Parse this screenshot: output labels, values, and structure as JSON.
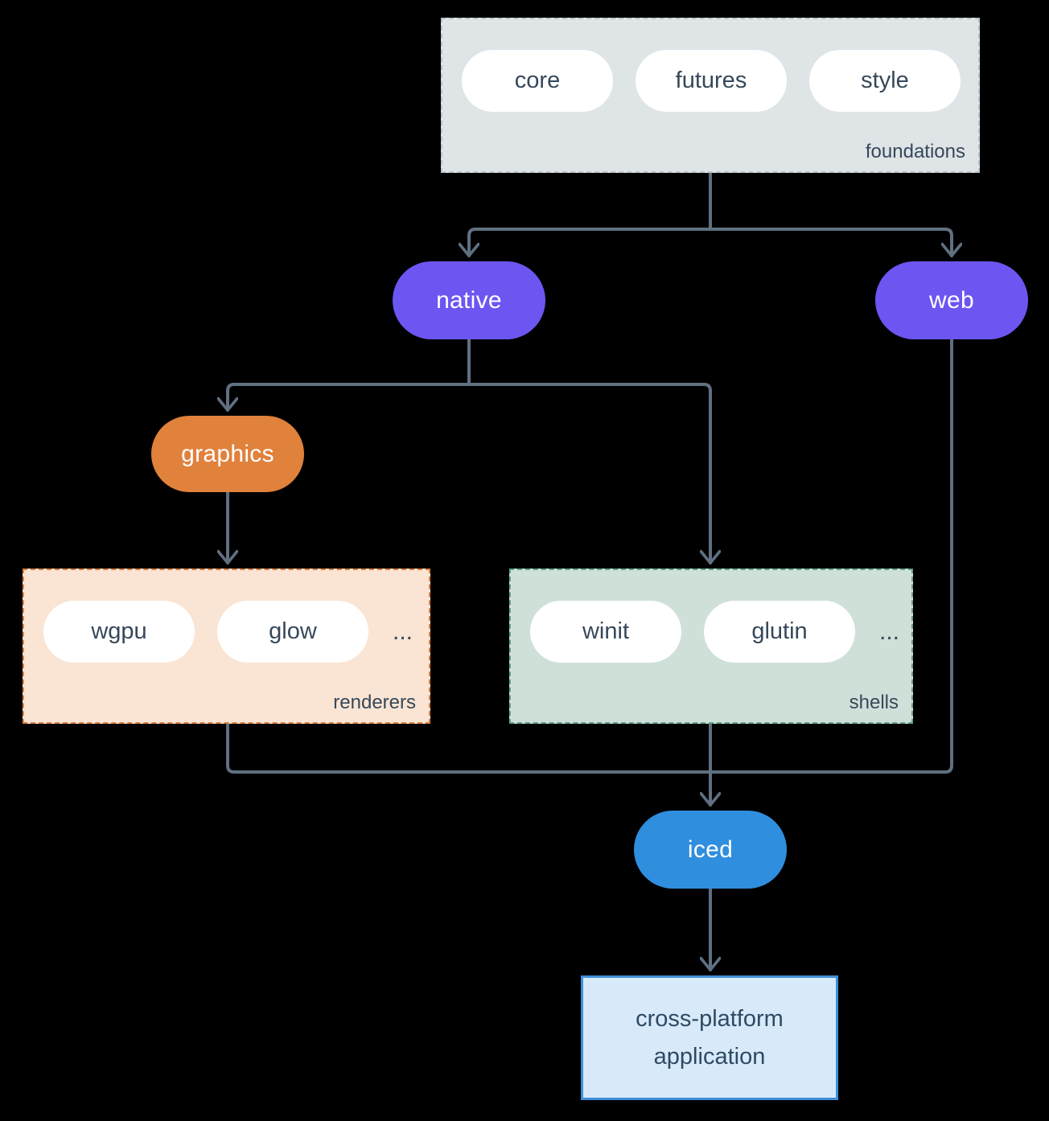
{
  "diagram": {
    "background": "#000000",
    "arrow_color": "#5f7080",
    "foundations": {
      "label": "foundations",
      "items": [
        "core",
        "futures",
        "style"
      ],
      "bg": "#dfe4e7",
      "border": "#b9c3c9",
      "text_color": "#36485a"
    },
    "nodes": {
      "native": {
        "label": "native",
        "bg": "#6b56f2",
        "text": "#ffffff"
      },
      "web": {
        "label": "web",
        "bg": "#6b56f2",
        "text": "#ffffff"
      },
      "graphics": {
        "label": "graphics",
        "bg": "#e0813c",
        "text": "#ffffff"
      },
      "iced": {
        "label": "iced",
        "bg": "#2f8ede",
        "text": "#ffffff"
      }
    },
    "renderers": {
      "label": "renderers",
      "items": [
        "wgpu",
        "glow",
        "..."
      ],
      "bg": "#fae4d3",
      "border": "#df8040",
      "text_color": "#36485a"
    },
    "shells": {
      "label": "shells",
      "items": [
        "winit",
        "glutin",
        "..."
      ],
      "bg": "#cfe0d9",
      "border": "#61a487",
      "text_color": "#36485a"
    },
    "application": {
      "label": "cross-platform application",
      "bg": "#d8eafa",
      "border": "#3f8fd9",
      "text_color": "#2e4a63"
    }
  }
}
